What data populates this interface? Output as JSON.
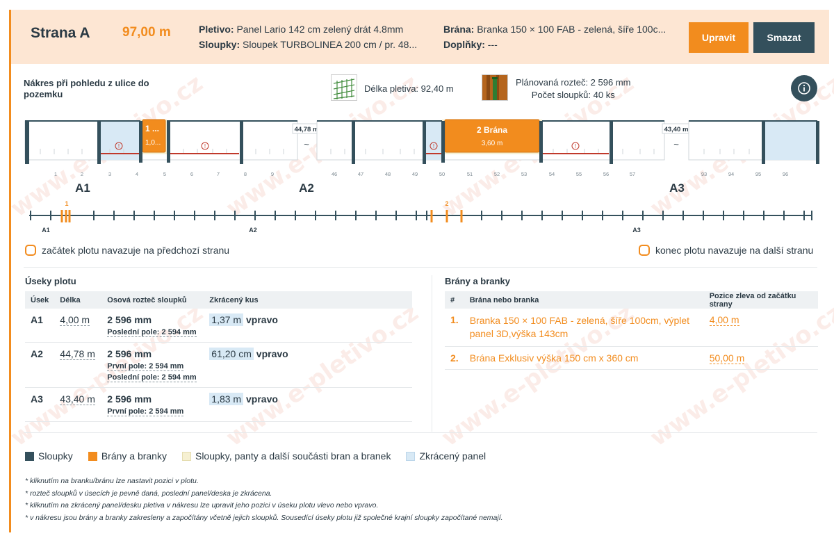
{
  "header": {
    "side_name": "Strana A",
    "side_length": "97,00 m",
    "mesh_label": "Pletivo:",
    "mesh_value": "Panel Lario 142 cm zelený drát 4.8mm",
    "posts_label": "Sloupky:",
    "posts_value": "Sloupek TURBOLINEA 200 cm / pr. 48...",
    "gate_label": "Brána:",
    "gate_value": "Branka 150 × 100 FAB - zelená, šíře 100c...",
    "extras_label": "Doplňky:",
    "extras_value": "---",
    "edit_label": "Upravit",
    "delete_label": "Smazat"
  },
  "drawing": {
    "title_line1": "Nákres při pohledu z ulice do",
    "title_line2": "pozemku",
    "mesh_length": "Délka pletiva: 92,40 m",
    "planned_spacing": "Plánovaná rozteč: 2 596 mm",
    "post_count": "Počet sloupků: 40 ks",
    "gate1_label": "1 ...",
    "gate1_width": "1,0...",
    "gate2_label": "2 Brána",
    "gate2_width": "3,60 m",
    "break1_label": "44,78 m",
    "break2_label": "43,40 m",
    "break_symbol": "~",
    "warn_symbol": "!",
    "numbers": [
      "1",
      "2",
      "3",
      "4",
      "5",
      "6",
      "7",
      "8",
      "9",
      "46",
      "47",
      "48",
      "49",
      "50",
      "51",
      "52",
      "53",
      "54",
      "55",
      "56",
      "57",
      "93",
      "94",
      "95",
      "96"
    ],
    "section_labels": [
      "A1",
      "A2",
      "A3"
    ],
    "mini_gate_labels": [
      "1",
      "2"
    ],
    "mini_section_labels": [
      "A1",
      "A2",
      "A3"
    ]
  },
  "checkboxes": {
    "start": "začátek plotu navazuje na předchozí stranu",
    "end": "konec plotu navazuje na další stranu"
  },
  "sections": {
    "title": "Úseky plotu",
    "headers": [
      "Úsek",
      "Délka",
      "Osová rozteč sloupků",
      "Zkrácený kus"
    ],
    "rows": [
      {
        "id": "A1",
        "length": "4,00 m",
        "spacing": "2 596 mm",
        "notes": [
          "Poslední pole: 2 594 mm"
        ],
        "cut": "1,37 m",
        "side": "vpravo"
      },
      {
        "id": "A2",
        "length": "44,78 m",
        "spacing": "2 596 mm",
        "notes": [
          "První pole: 2 594 mm",
          "Poslední pole: 2 594 mm"
        ],
        "cut": "61,20 cm",
        "side": "vpravo"
      },
      {
        "id": "A3",
        "length": "43,40 m",
        "spacing": "2 596 mm",
        "notes": [
          "První pole: 2 594 mm"
        ],
        "cut": "1,83 m",
        "side": "vpravo"
      }
    ]
  },
  "gates": {
    "title": "Brány a branky",
    "headers": [
      "#",
      "Brána nebo branka",
      "Pozice zleva od začátku strany"
    ],
    "rows": [
      {
        "num": "1.",
        "name_line1": "Branka 150 × 100 FAB - zelená, šíře 100cm, výplet",
        "name_line2": "panel 3D,výška 143cm",
        "pos": "4,00 m"
      },
      {
        "num": "2.",
        "name_line1": "Brána Exklusiv výška 150 cm x 360 cm",
        "name_line2": "",
        "pos": "50,00 m"
      }
    ]
  },
  "legend": [
    {
      "label": "Sloupky",
      "color": "#34505c"
    },
    {
      "label": "Brány a branky",
      "color": "#f28c1e"
    },
    {
      "label": "Sloupky, panty a další součásti bran a branek",
      "color": "#f6f0d2"
    },
    {
      "label": "Zkrácený panel",
      "color": "#d8e9f5"
    }
  ],
  "notes": [
    "* kliknutím na branku/bránu lze nastavit pozici v plotu.",
    "* rozteč sloupků v úsecích je pevně daná, poslední panel/deska je zkrácena.",
    "* kliknutím na zkrácený panel/desku pletiva v nákresu lze upravit jeho pozici v úseku plotu vlevo nebo vpravo.",
    "* v nákresu jsou brány a branky zakresleny a započítány včetně jejich sloupků. Sousedící úseky plotu již společné krajní sloupky započítané nemají."
  ],
  "watermark": "www.e-pletivo.cz",
  "colors": {
    "accent": "#f28c1e",
    "dark": "#34505c",
    "header_bg": "#fde6d3",
    "cut_bg": "#d8e9f5",
    "warn": "#c0392b"
  }
}
